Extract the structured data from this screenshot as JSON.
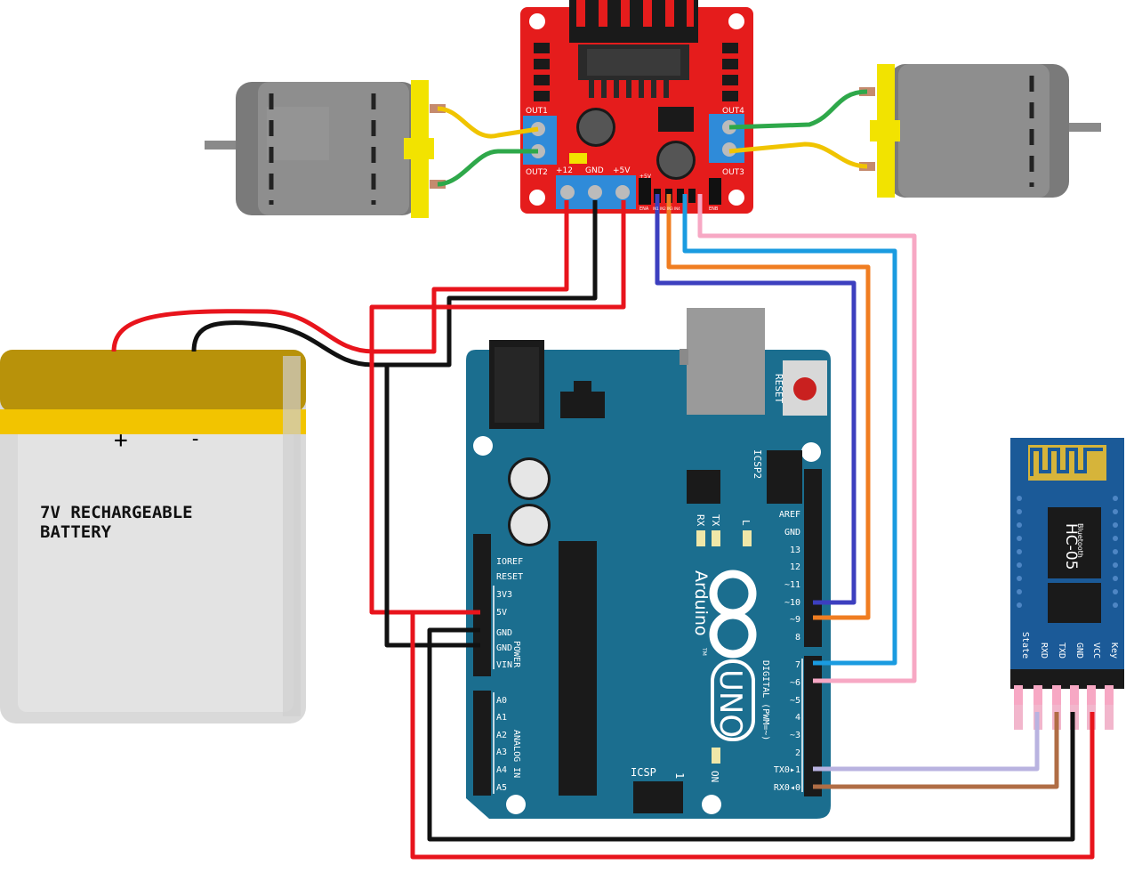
{
  "battery": {
    "label_line1": "7V RECHARGEABLE",
    "label_line2": "BATTERY",
    "plus": "+",
    "minus": "-"
  },
  "driver": {
    "out1": "OUT1",
    "out2": "OUT2",
    "out3": "OUT3",
    "out4": "OUT4",
    "plus12": "+12",
    "gnd": "GND",
    "plus5": "+5V",
    "ena": "ENA",
    "enb": "ENB",
    "in_labels": "IN1 IN2 IN3 IN4",
    "jumper_5v": "+5V"
  },
  "arduino": {
    "brand": "Arduino",
    "tm": "TM",
    "model": "UNO",
    "reset": "RESET",
    "icsp2": "ICSP2",
    "icsp": "ICSP",
    "icsp_1": "1",
    "tx": "TX",
    "rx": "RX",
    "l": "L",
    "on": "ON",
    "digital": "DIGITAL (PWM=~)",
    "power": "POWER",
    "analog": "ANALOG IN",
    "power_pins": [
      "IOREF",
      "RESET",
      "3V3",
      "5V",
      "GND",
      "GND",
      "VIN"
    ],
    "analog_pins": [
      "A0",
      "A1",
      "A2",
      "A3",
      "A4",
      "A5"
    ],
    "digital_pins": [
      "AREF",
      "GND",
      "13",
      "12",
      "~11",
      "~10",
      "~9",
      "8",
      "7",
      "~6",
      "~5",
      "4",
      "~3",
      "2",
      "TX0▸1",
      "RX0◂0"
    ]
  },
  "bluetooth": {
    "name": "HC-05",
    "sub": "Bluetooth",
    "pins": [
      "State",
      "RXD",
      "TXD",
      "GND",
      "VCC",
      "Key"
    ]
  },
  "colors": {
    "board_blue": "#1b6e8f",
    "driver_red": "#e51c1c",
    "battery_gold": "#b8920a",
    "wire_red": "#e8141c",
    "wire_black": "#111111",
    "wire_purple": "#3c3fbf",
    "wire_orange": "#f07d21",
    "wire_blue": "#1a9be0",
    "wire_pink": "#f7a8c4",
    "wire_lavender": "#b9b3e0",
    "wire_brown": "#b06d45"
  }
}
